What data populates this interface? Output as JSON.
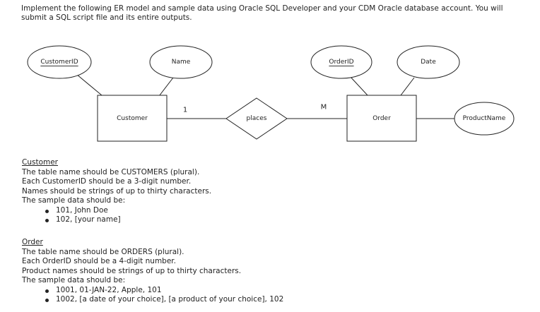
{
  "intro": "Implement the following ER model and sample data using Oracle SQL Developer and your CDM Oracle database account. You will submit a SQL script file and its entire outputs.",
  "diagram": {
    "entities": {
      "customer": "Customer",
      "order": "Order"
    },
    "attributes": {
      "customer_id": "CustomerID",
      "name": "Name",
      "order_id": "OrderID",
      "date": "Date",
      "product_name": "ProductName"
    },
    "relationship": "places",
    "cardinality": {
      "customer_side": "1",
      "order_side": "M"
    }
  },
  "customer_section": {
    "heading": "Customer",
    "lines": [
      "The table name should be CUSTOMERS (plural).",
      "Each CustomerID should be a 3-digit number.",
      "Names should be strings of up to thirty characters.",
      "The sample data should be:"
    ],
    "bullets": [
      "101, John Doe",
      "102, [your name]"
    ]
  },
  "order_section": {
    "heading": "Order",
    "lines": [
      "The table name should be ORDERS (plural).",
      "Each OrderID should be a 4-digit number.",
      "Product names should be strings of up to thirty characters.",
      "The sample data should be:"
    ],
    "bullets": [
      "1001, 01-JAN-22, Apple, 101",
      "1002, [a date of your choice], [a product of your choice], 102"
    ]
  }
}
